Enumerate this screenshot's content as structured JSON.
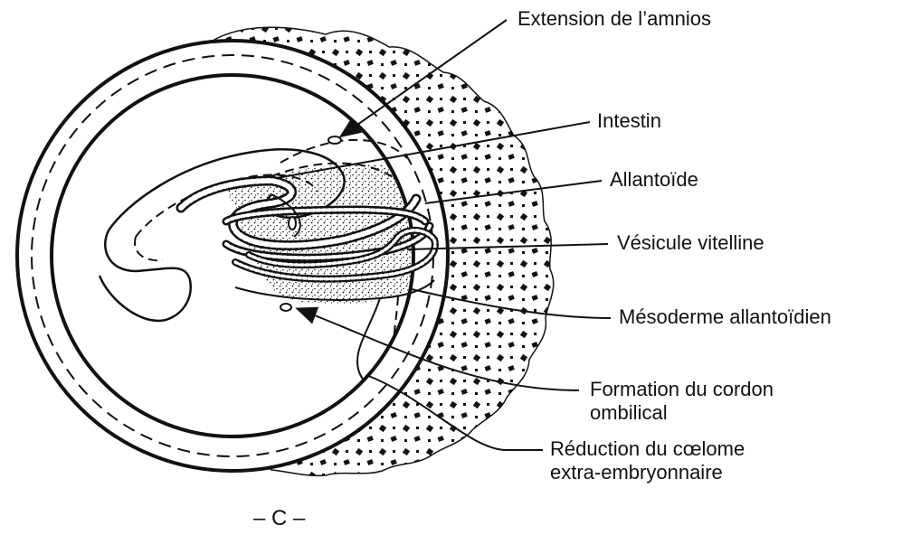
{
  "figure": {
    "caption": "– C –",
    "labels": {
      "extension_amnios": "Extension de l’amnios",
      "intestin": "Intestin",
      "allantoide": "Allantoïde",
      "vesicule_vitelline": "Vésicule vitelline",
      "mesoderme_allantoidien": "Mésoderme allantoïdien",
      "formation_cordon_line1": "Formation du cordon",
      "formation_cordon_line2": "ombilical",
      "reduction_coelome_line1": "Réduction du cœlome",
      "reduction_coelome_line2": "extra-embryonnaire"
    }
  }
}
